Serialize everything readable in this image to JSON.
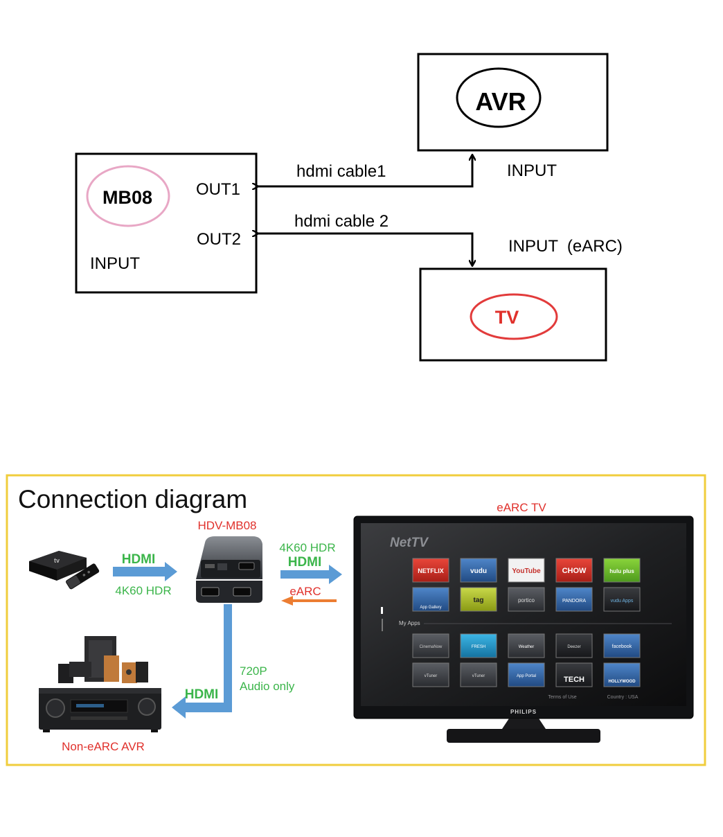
{
  "top_diagram": {
    "mb08": {
      "label": "MB08",
      "out1": "OUT1",
      "out2": "OUT2",
      "input": "INPUT"
    },
    "avr": {
      "label": "AVR",
      "input": "INPUT"
    },
    "tv": {
      "label": "TV",
      "input": "INPUT  (eARC)"
    },
    "cable1": "hdmi cable1",
    "cable2": "hdmi cable 2"
  },
  "connection_diagram": {
    "title": "Connection diagram",
    "device_name": "HDV-MB08",
    "earc_tv_label": "eARC TV",
    "hdmi_in_label": "HDMI",
    "hdmi_in_spec": "4K60 HDR",
    "hdmi_out_spec": "4K60 HDR",
    "hdmi_out_label": "HDMI",
    "earc_return_label": "eARC",
    "avr_link_spec_1": "720P",
    "avr_link_spec_2": "Audio only",
    "avr_link_label": "HDMI",
    "avr_label": "Non-eARC AVR",
    "tv_screen": {
      "brand_logo": "NetTV",
      "apps_row1": [
        "NETFLIX",
        "vudu",
        "YouTube",
        "CHOW",
        "hulu plus"
      ],
      "apps_row2": [
        "App Gallery",
        "tag",
        "portico",
        "PANDORA",
        "vudu Apps"
      ],
      "my_apps_label": "My Apps",
      "myapps_row1": [
        "CinemaNow",
        "FRESH",
        "Weather",
        "Deezer",
        "facebook"
      ],
      "myapps_row2": [
        "vTuner",
        "vTuner",
        "App Portal",
        "TECH",
        "HOLLYWOOD"
      ],
      "footer_left": "Terms of Use",
      "footer_right": "Country : USA",
      "bezel_brand": "PHILIPS"
    }
  },
  "colors": {
    "frame_yellow": "#f0cd3c",
    "red_label": "#e0302b",
    "green_label": "#3bb54a",
    "blue_arrow": "#5b9bd5",
    "orange_arrow": "#ec7d32",
    "pink_ellipse": "#e8a7c5",
    "tv_red_ellipse": "#e23b3b"
  }
}
